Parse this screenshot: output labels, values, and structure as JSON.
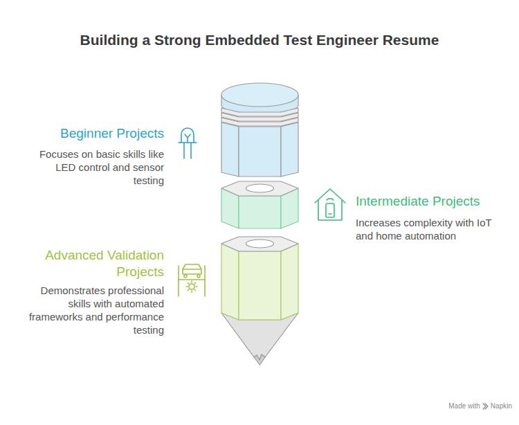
{
  "diagram": {
    "title": "Building a Strong Embedded Test Engineer Resume",
    "nodes": [
      {
        "text": [
          "Beginner Projects",
          "Focuses on basic skills like LED control and sensor testing"
        ]
      },
      {
        "text": [
          "Intermediate Projects",
          "Increases complexity with IoT and home automation"
        ]
      },
      {
        "text": [
          "Advanced Validation Projects",
          "Demonstrates professional skills with automated frameworks and performance testing"
        ]
      }
    ],
    "labels": [
      "Made with",
      "Napkin"
    ]
  }
}
